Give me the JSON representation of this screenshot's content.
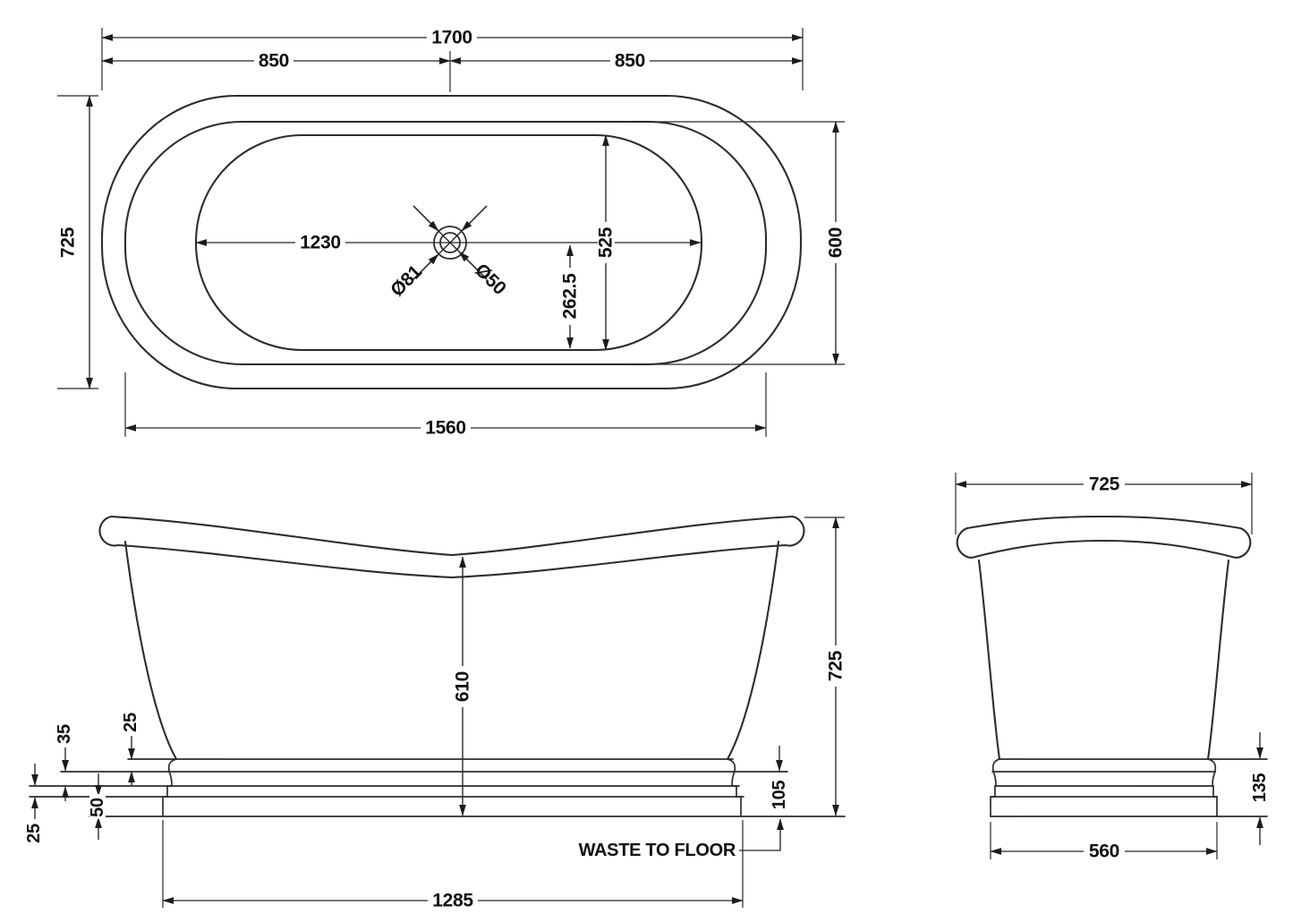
{
  "plan": {
    "overall_length": "1700",
    "half_length_left": "850",
    "half_length_right": "850",
    "overall_width": "725",
    "rim_inner_length": "1560",
    "rim_inner_width": "600",
    "basin_length": "1230",
    "basin_width": "525",
    "waste_offset": "262.5",
    "waste_hole_diameter": "Ø81",
    "waste_pipe_diameter": "Ø50"
  },
  "front": {
    "internal_depth": "610",
    "overall_height": "725",
    "plinth_band_top": "25",
    "plinth_band_second": "35",
    "plinth_band_third": "25",
    "plinth_band_bottom": "50",
    "waste_to_floor_height": "105",
    "base_length": "1285",
    "waste_label": "WASTE TO FLOOR"
  },
  "side": {
    "overall_width": "725",
    "plinth_height": "135",
    "base_width": "560"
  }
}
